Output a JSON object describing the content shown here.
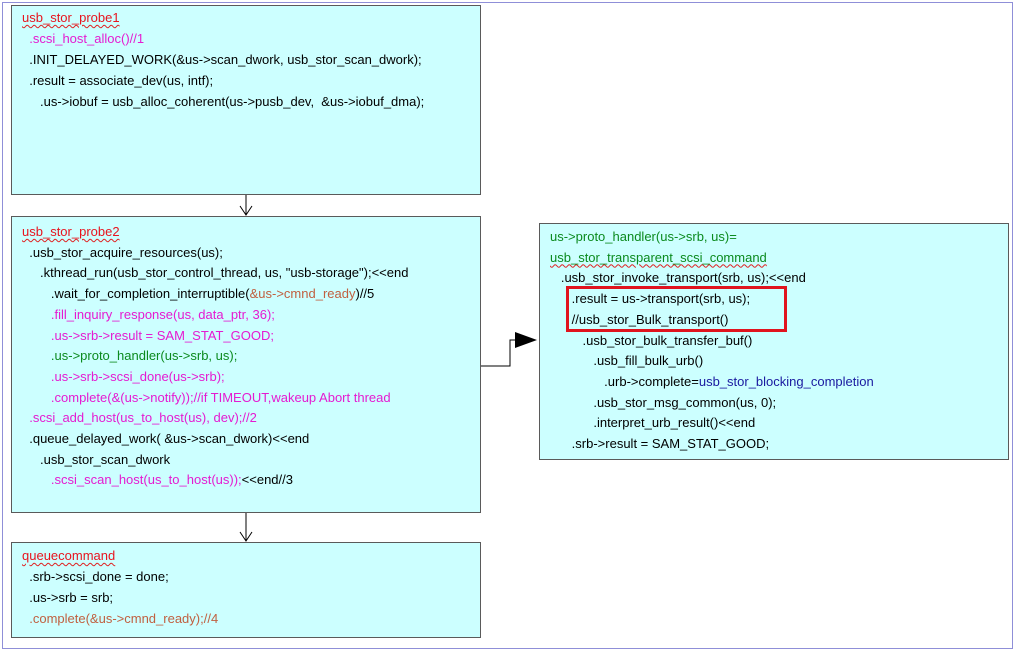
{
  "boxes": {
    "probe1": {
      "lines": [
        [
          {
            "t": "usb_stor_probe1",
            "c": "red",
            "sq": true
          }
        ],
        [
          {
            "t": "  .scsi_host_alloc()//1",
            "c": "mag",
            "sq": false
          }
        ],
        [
          {
            "t": "  .INIT_DELAYED_WORK(&us->scan_dwork, usb_stor_scan_dwork);",
            "c": "blk",
            "sq": false
          }
        ],
        [
          {
            "t": "  .result = associate_dev(us, intf);",
            "c": "blk",
            "sq": false
          }
        ],
        [
          {
            "t": "     .us->iobuf = usb_alloc_coherent(us->pusb_dev,  &us->iobuf_dma);",
            "c": "blk",
            "sq": false
          }
        ]
      ]
    },
    "probe2": {
      "lines": [
        [
          {
            "t": "usb_stor_probe2",
            "c": "red",
            "sq": true
          }
        ],
        [
          {
            "t": "  .usb_stor_acquire_resources(us);",
            "c": "blk",
            "sq": false
          }
        ],
        [
          {
            "t": "     .kthread_run(usb_stor_control_thread, us, \"usb-storage\");<<end",
            "c": "blk",
            "sq": false
          }
        ],
        [
          {
            "t": "        .wait_for_completion_interruptible(",
            "c": "blk",
            "sq": false
          },
          {
            "t": "&us->cmnd_ready",
            "c": "brn",
            "sq": false
          },
          {
            "t": ")//5",
            "c": "blk",
            "sq": false
          }
        ],
        [
          {
            "t": "        .fill_inquiry_response(us, data_ptr, 36);",
            "c": "mag",
            "sq": false
          }
        ],
        [
          {
            "t": "        .us->srb->result = SAM_STAT_GOOD;",
            "c": "mag",
            "sq": false
          }
        ],
        [
          {
            "t": "        .us->proto_handler(us->srb, us);",
            "c": "grn",
            "sq": false
          }
        ],
        [
          {
            "t": "        .us->srb->scsi_done(us->srb);",
            "c": "mag",
            "sq": false
          }
        ],
        [
          {
            "t": "        .complete(&(us->notify));//if TIMEOUT,wakeup Abort thread",
            "c": "mag",
            "sq": false
          }
        ],
        [
          {
            "t": "  .scsi_add_host(us_to_host(us), dev);//2",
            "c": "mag",
            "sq": false
          }
        ],
        [
          {
            "t": "  .queue_delayed_work( &us->scan_dwork)<<end",
            "c": "blk",
            "sq": false
          }
        ],
        [
          {
            "t": "     .usb_stor_scan_dwork",
            "c": "blk",
            "sq": false
          }
        ],
        [
          {
            "t": "        .scsi_scan_host(us_to_host(us));",
            "c": "mag",
            "sq": false
          },
          {
            "t": "<<end//3",
            "c": "blk",
            "sq": false
          }
        ]
      ]
    },
    "queuecommand": {
      "lines": [
        [
          {
            "t": "queuecommand",
            "c": "red",
            "sq": true
          }
        ],
        [
          {
            "t": "  .srb->scsi_done = done;",
            "c": "blk",
            "sq": false
          }
        ],
        [
          {
            "t": "  .us->srb = srb;",
            "c": "blk",
            "sq": false
          }
        ],
        [
          {
            "t": "  .complete(&us->cmnd_ready);//4",
            "c": "brn",
            "sq": false
          }
        ]
      ]
    },
    "transport": {
      "lines": [
        [
          {
            "t": "us->proto_handler(us->srb, us)=",
            "c": "grn",
            "sq": false
          }
        ],
        [
          {
            "t": "usb_stor_transparent_scsi_command",
            "c": "grn",
            "sq": true
          }
        ],
        [
          {
            "t": "   .usb_stor_invoke_transport(srb, us);<<end",
            "c": "blk",
            "sq": false
          }
        ],
        [
          {
            "t": "      .result = us->transport(srb, us);",
            "c": "blk",
            "sq": false
          }
        ],
        [
          {
            "t": "      //usb_stor_Bulk_transport()",
            "c": "blk",
            "sq": false
          }
        ],
        [
          {
            "t": "         .usb_stor_bulk_transfer_buf()",
            "c": "blk",
            "sq": false
          }
        ],
        [
          {
            "t": "            .usb_fill_bulk_urb()",
            "c": "blk",
            "sq": false
          }
        ],
        [
          {
            "t": "               .urb->complete=",
            "c": "blk",
            "sq": false
          },
          {
            "t": "usb_stor_blocking_completion",
            "c": "blu",
            "sq": false
          }
        ],
        [
          {
            "t": "            .usb_stor_msg_common(us, 0);",
            "c": "blk",
            "sq": false
          }
        ],
        [
          {
            "t": "            .interpret_urb_result()<<end",
            "c": "blk",
            "sq": false
          }
        ],
        [
          {
            "t": "      .srb->result = SAM_STAT_GOOD;",
            "c": "blk",
            "sq": false
          }
        ]
      ]
    }
  },
  "colors": {
    "box_fill": "#ccffff",
    "red": "#e8141e",
    "magenta": "#e51bd1",
    "brown": "#c06040",
    "green": "#0b8a1e",
    "blue": "#1a1aa0",
    "highlight": "#e0141e"
  }
}
